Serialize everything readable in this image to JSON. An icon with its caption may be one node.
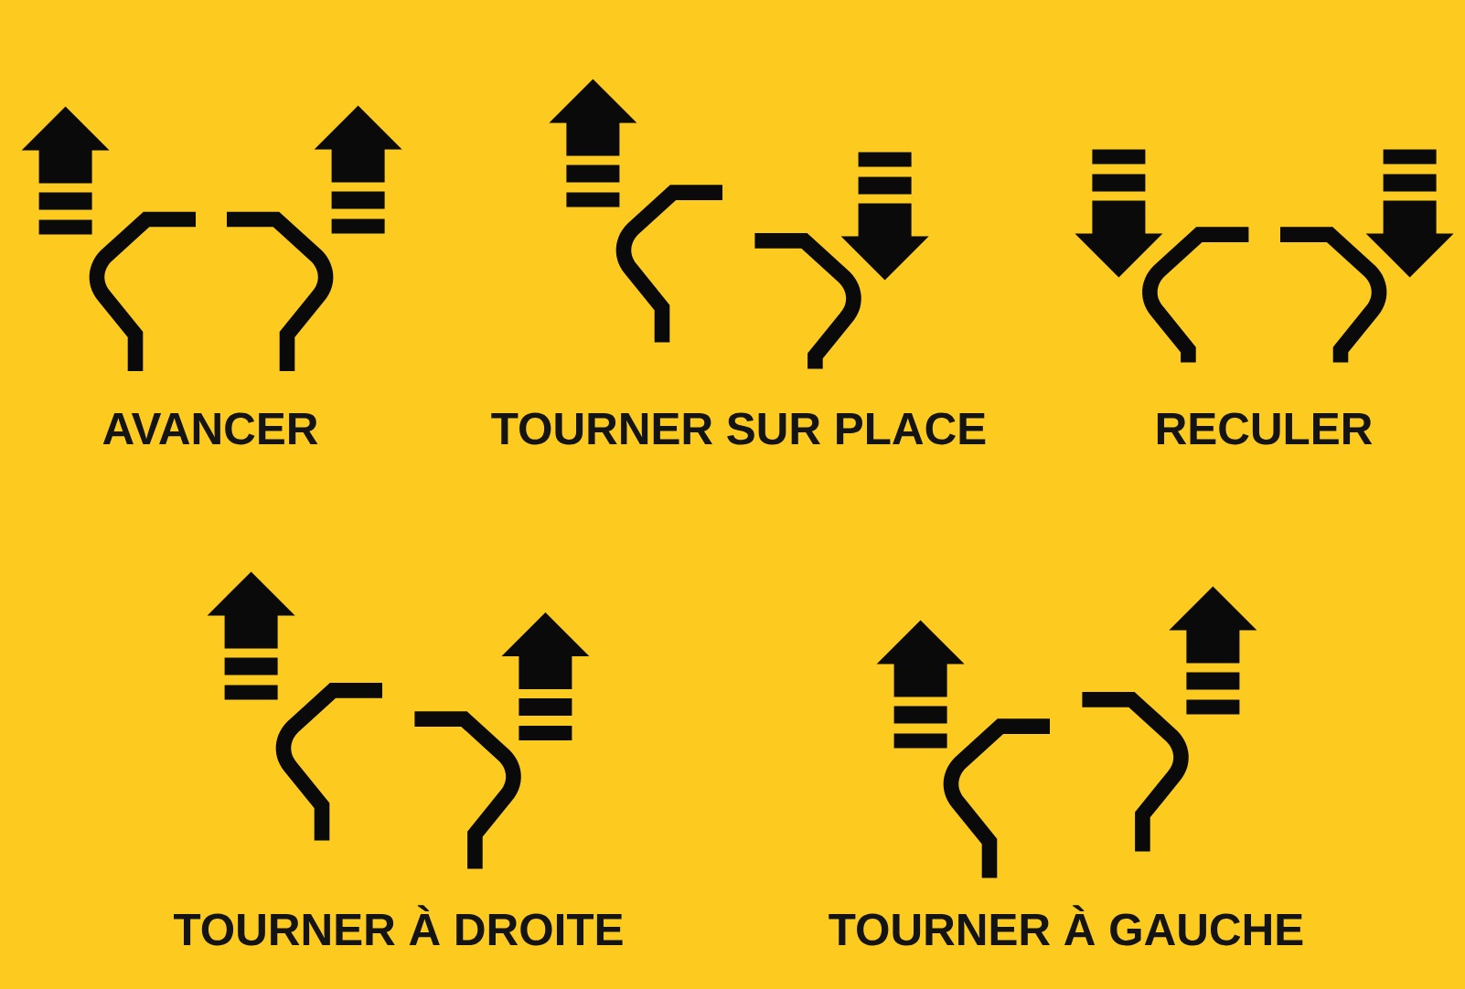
{
  "diagram": {
    "labels": [
      "AVANCER",
      "TOURNER SUR PLACE",
      "RECULER",
      "TOURNER À DROITE",
      "TOURNER À GAUCHE"
    ]
  }
}
